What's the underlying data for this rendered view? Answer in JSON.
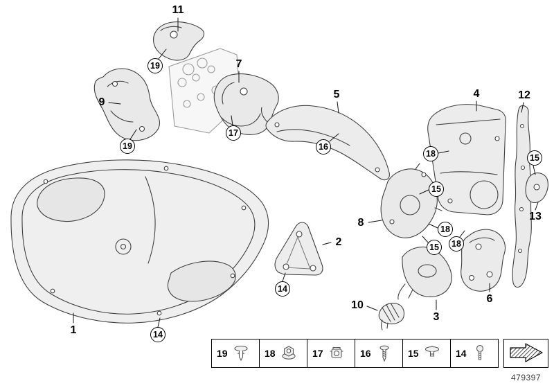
{
  "diagram": {
    "doc_number": "479397",
    "part_labels": [
      {
        "num": "11"
      },
      {
        "num": "9"
      },
      {
        "num": "7"
      },
      {
        "num": "5"
      },
      {
        "num": "4"
      },
      {
        "num": "12"
      },
      {
        "num": "8"
      },
      {
        "num": "13"
      },
      {
        "num": "2"
      },
      {
        "num": "6"
      },
      {
        "num": "3"
      },
      {
        "num": "10"
      },
      {
        "num": "1"
      }
    ],
    "callouts": [
      {
        "num": "19"
      },
      {
        "num": "19"
      },
      {
        "num": "17"
      },
      {
        "num": "16"
      },
      {
        "num": "18"
      },
      {
        "num": "15"
      },
      {
        "num": "15"
      },
      {
        "num": "18"
      },
      {
        "num": "15"
      },
      {
        "num": "18"
      },
      {
        "num": "14"
      },
      {
        "num": "14"
      }
    ],
    "line_color": "#3f3f3f",
    "fill_color": "#ededed"
  },
  "legend": {
    "items": [
      {
        "num": "19",
        "icon": "expanding-rivet-icon"
      },
      {
        "num": "18",
        "icon": "hex-nut-icon"
      },
      {
        "num": "17",
        "icon": "clip-nut-icon"
      },
      {
        "num": "16",
        "icon": "screw-icon"
      },
      {
        "num": "15",
        "icon": "push-rivet-icon"
      },
      {
        "num": "14",
        "icon": "blind-rivet-icon"
      }
    ],
    "direction_icon": "front-direction-arrow-icon"
  }
}
